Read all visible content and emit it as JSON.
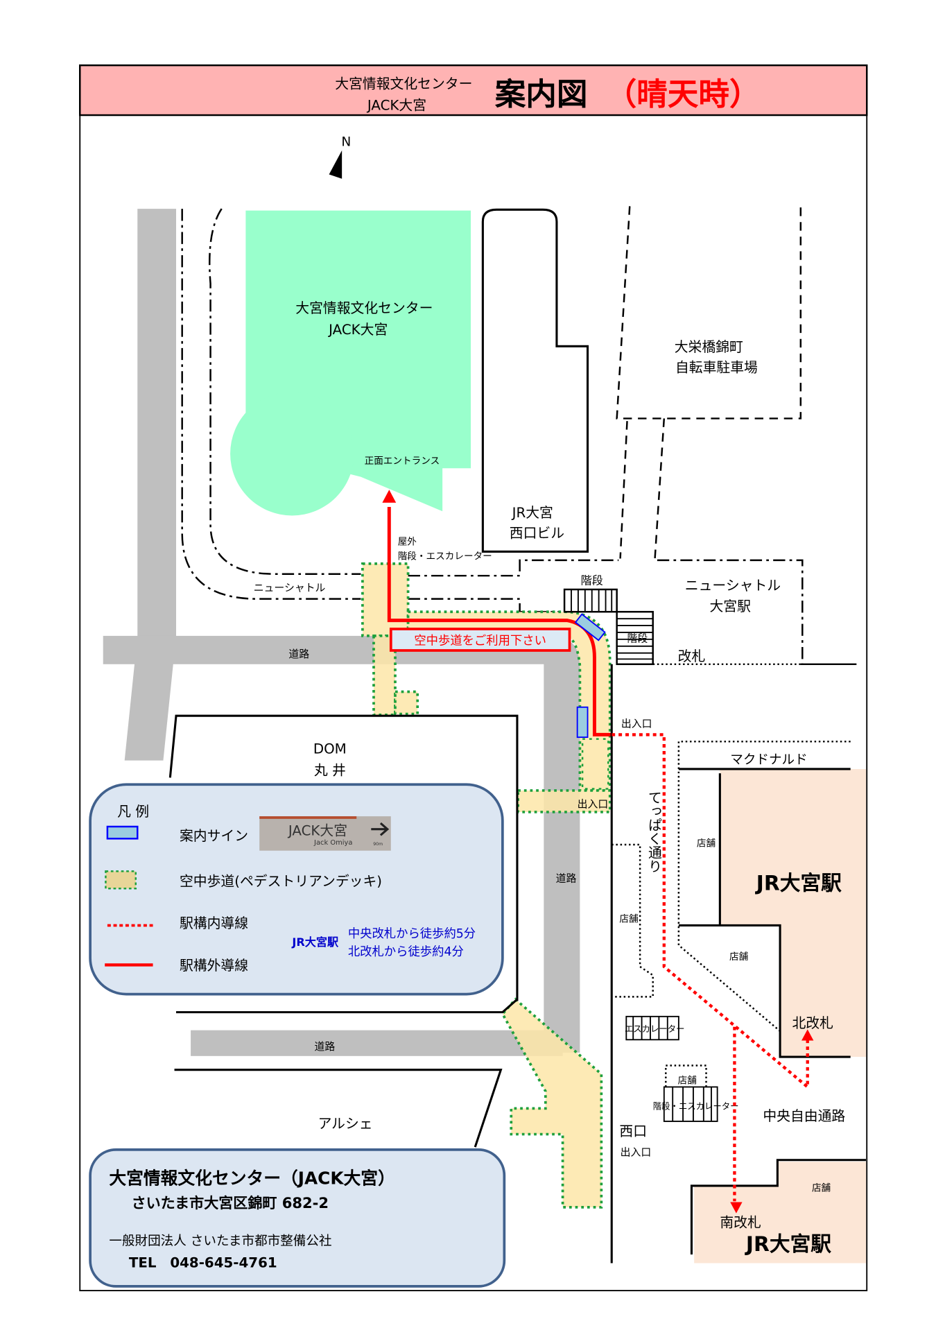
{
  "header": {
    "subtitle_line1": "大宮情報文化センター",
    "subtitle_line2": "JACK大宮",
    "title": "案内図",
    "weather": "（晴天時）"
  },
  "compass": {
    "label": "N"
  },
  "map": {
    "jack_building_line1": "大宮情報文化センター",
    "jack_building_line2": "JACK大宮",
    "front_entrance": "正面エントランス",
    "west_building_line1": "JR大宮",
    "west_building_line2": "西口ビル",
    "bicycle_parking_line1": "大栄橋錦町",
    "bicycle_parking_line2": "自転車駐車場",
    "outdoor_stairs_line1": "屋外",
    "outdoor_stairs_line2": "階段・エスカレーター",
    "stairs_top": "階段",
    "stairs_side": "階段",
    "new_shuttle_road": "ニューシャトル",
    "new_shuttle_station_line1": "ニューシャトル",
    "new_shuttle_station_line2": "大宮駅",
    "ticket_gate": "改札",
    "road_top": "道路",
    "skywalk_notice": "空中歩道をご利用下さい",
    "entrance_1": "出入口",
    "entrance_2": "出入口",
    "dom_line1": "DOM",
    "dom_line2": "丸 井",
    "mcdonalds": "マクドナルド",
    "road_mid": "道路",
    "teppaku_street": "てっぱく通り",
    "shop_1": "店舗",
    "shop_2": "店舗",
    "shop_3": "店舗",
    "shop_4": "店舗",
    "shop_5": "店舗",
    "jr_station_upper": "JR大宮駅",
    "north_gate": "北改札",
    "escalator": "エスカレーター",
    "stairs_escalator": "階段・エスカレーター",
    "central_passage": "中央自由通路",
    "road_bottom": "道路",
    "arche": "アルシェ",
    "west_exit": "西口",
    "entrance_3": "出入口",
    "south_gate": "南改札",
    "jr_station_lower": "JR大宮駅"
  },
  "legend": {
    "title": "凡 例",
    "sign": "案内サイン",
    "sign_photo_main": "JACK大宮",
    "sign_photo_sub": "Jack Omiya",
    "sign_photo_dist": "90m",
    "deck": "空中歩道(ペデストリアンデッキ)",
    "inside_route": "駅構内導線",
    "outside_route": "駅構外導線",
    "jr_station": "JR大宮駅",
    "walk_central": "中央改札から徒歩約5分",
    "walk_north": "北改札から徒歩約4分"
  },
  "address": {
    "name": "大宮情報文化センター（JACK大宮）",
    "address": "さいたま市大宮区錦町 682-2",
    "org": "一般財団法人 さいたま市都市整備公社",
    "tel": "TEL　048-645-4761"
  },
  "colors": {
    "header_bg": "#ffb3b3",
    "building_green": "#99ffcc",
    "road_gray": "#bfbfbf",
    "deck_tan": "#fde6a8",
    "route_red": "#ff0000",
    "station_tan": "#fce6d6",
    "legend_bg": "#dce6f2",
    "legend_border": "#41618d"
  }
}
